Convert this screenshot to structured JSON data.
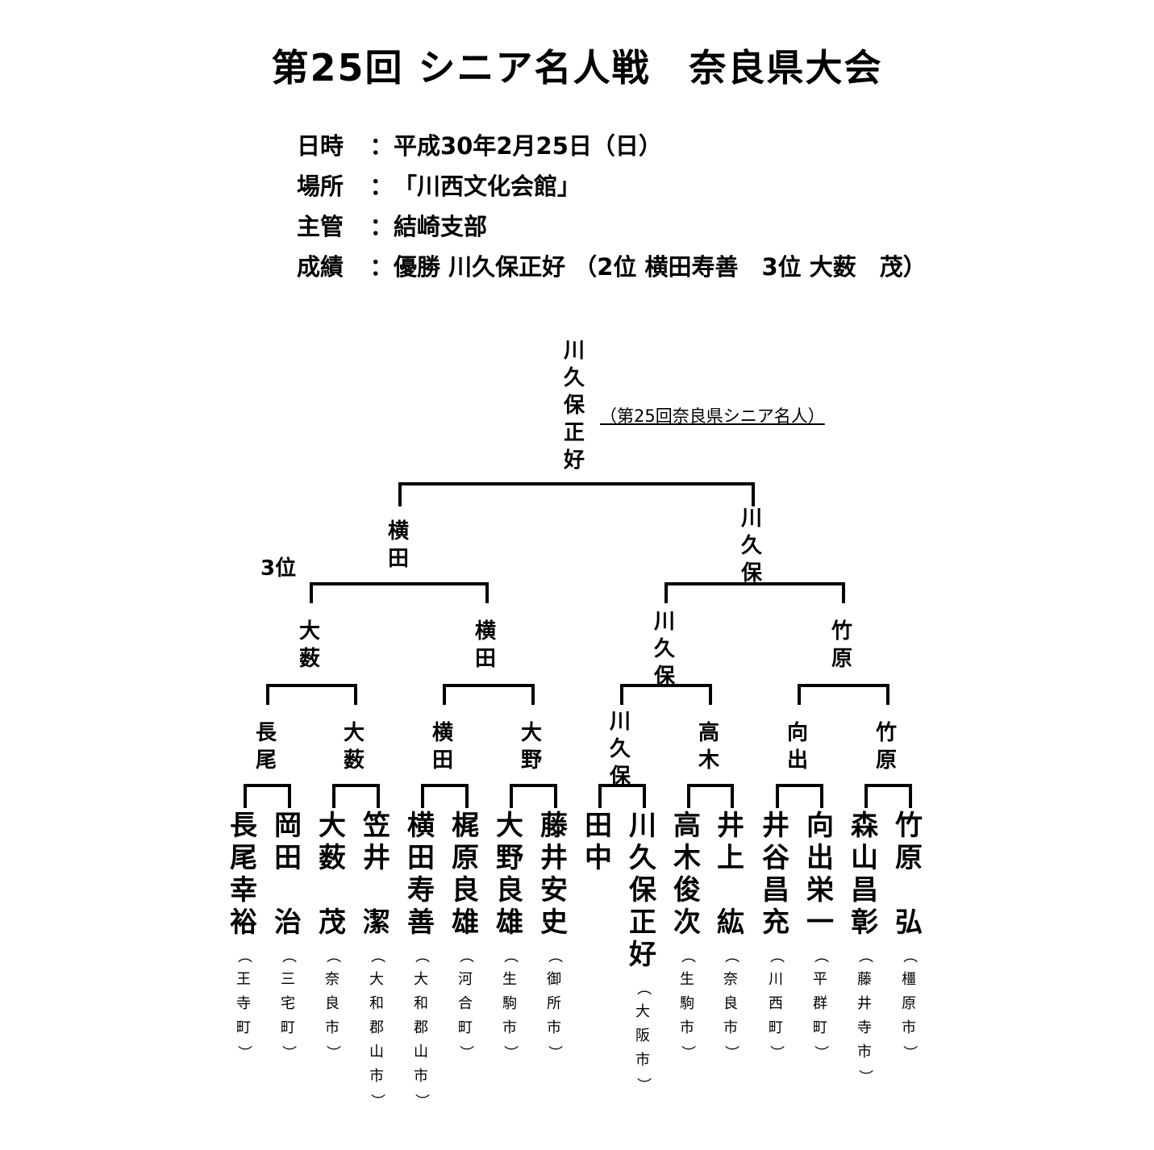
{
  "title": "第25回 シニア名人戦　奈良県大会",
  "info": [
    {
      "label": "日時",
      "sep": "：",
      "value": "平成30年2月25日（日）"
    },
    {
      "label": "場所",
      "sep": "：",
      "value": "「川西文化会館」"
    },
    {
      "label": "主管",
      "sep": "：",
      "value": "結崎支部"
    },
    {
      "label": "成績",
      "sep": "：",
      "value": "優勝 川久保正好 （2位 横田寿善　3位 大薮　茂）"
    }
  ],
  "bracket": {
    "champion": "川久保正好",
    "champion_caption": "（第25回奈良県シニア名人）",
    "third_place_label": "3位",
    "final": [
      "横田",
      "川久保"
    ],
    "semifinal": [
      "大薮",
      "横田",
      "川久保",
      "竹原"
    ],
    "quarterfinal": [
      "長尾",
      "大薮",
      "横田",
      "大野",
      "川久保",
      "高木",
      "向出",
      "竹原"
    ],
    "players": [
      {
        "name": "長尾幸裕",
        "city": "王寺町"
      },
      {
        "name": "岡田　治",
        "city": "三宅町"
      },
      {
        "name": "大薮　茂",
        "city": "奈良市"
      },
      {
        "name": "笠井　潔",
        "city": "大和郡山市"
      },
      {
        "name": "横田寿善",
        "city": "大和郡山市"
      },
      {
        "name": "梶原良雄",
        "city": "河合町"
      },
      {
        "name": "大野良雄",
        "city": "生駒市"
      },
      {
        "name": "藤井安史",
        "city": "御所市"
      },
      {
        "name": "田中",
        "city": ""
      },
      {
        "name": "川久保正好",
        "city": "大阪市"
      },
      {
        "name": "高木俊次",
        "city": "生駒市"
      },
      {
        "name": "井上　紘",
        "city": "奈良市"
      },
      {
        "name": "井谷昌充",
        "city": "川西町"
      },
      {
        "name": "向出栄一",
        "city": "平群町"
      },
      {
        "name": "森山昌彰",
        "city": "藤井寺市"
      },
      {
        "name": "竹原　弘",
        "city": "橿原市"
      }
    ]
  }
}
